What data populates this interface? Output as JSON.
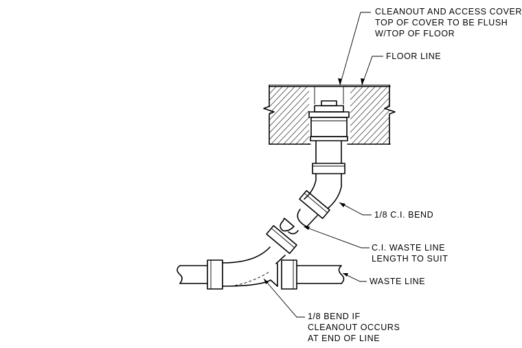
{
  "labels": {
    "cleanout": [
      "CLEANOUT AND ACCESS COVER",
      "TOP OF COVER TO BE FLUSH",
      "W/TOP OF FLOOR"
    ],
    "floor_line": "FLOOR LINE",
    "ci_bend": "1/8 C.I. BEND",
    "ci_waste": [
      "C.I. WASTE LINE",
      "LENGTH TO SUIT"
    ],
    "waste_line": "WASTE LINE",
    "bend_if": [
      "1/8 BEND IF",
      "CLEANOUT OCCURS",
      "AT END OF LINE"
    ]
  }
}
